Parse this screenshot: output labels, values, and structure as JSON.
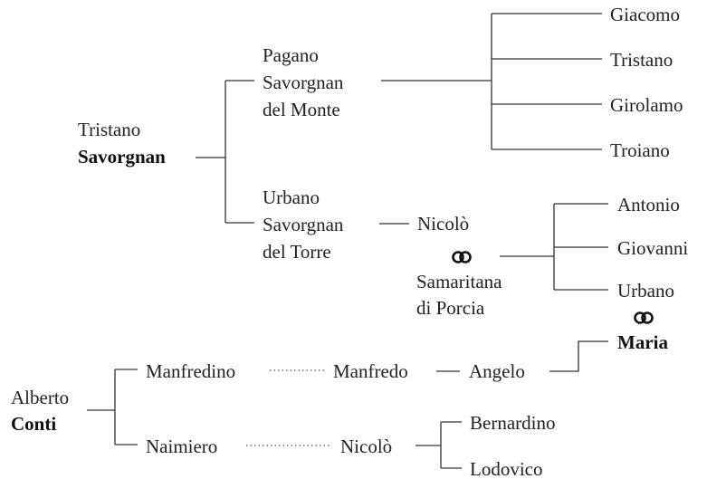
{
  "tree": {
    "savorgnan": {
      "root": {
        "first": "Tristano",
        "last": "Savorgnan"
      },
      "pagano": [
        "Pagano",
        "Savorgnan",
        "del Monte"
      ],
      "pagano_children": [
        "Giacomo",
        "Tristano",
        "Girolamo",
        "Troiano"
      ],
      "urbano": [
        "Urbano",
        "Savorgnan",
        "del Torre"
      ],
      "nicolo": "Nicolò",
      "spouse": [
        "Samaritana",
        "di Porcia"
      ],
      "nicolo_children": [
        "Antonio",
        "Giovanni",
        "Urbano"
      ]
    },
    "conti": {
      "root": {
        "first": "Alberto",
        "last": "Conti"
      },
      "manfredino": "Manfredino",
      "manfredo": "Manfredo",
      "angelo": "Angelo",
      "maria": "Maria",
      "naimiero": "Naimiero",
      "nicolo": "Nicolò",
      "nicolo_children": [
        "Bernardino",
        "Lodovico"
      ]
    },
    "marriage_icon": "interlocking-rings-icon"
  }
}
